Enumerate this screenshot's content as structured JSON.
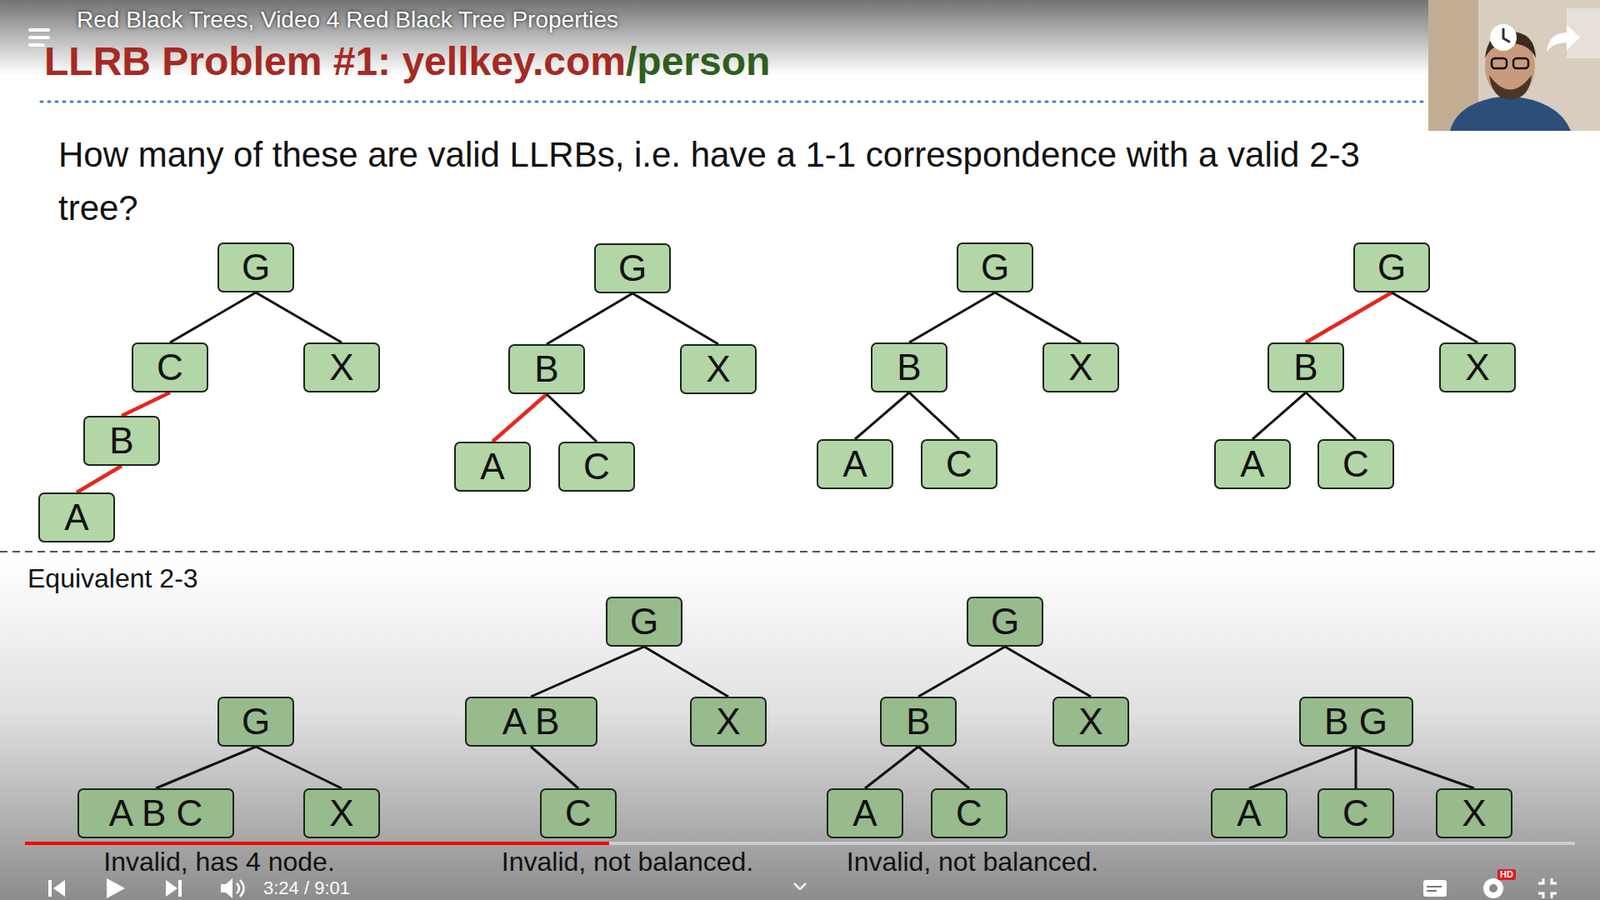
{
  "diagram": {
    "title": "LLRB Problem #1: yellkey.com",
    "nodes": [
      {
        "text": [
          "G"
        ]
      },
      {
        "text": [
          "C"
        ]
      },
      {
        "text": [
          "X"
        ]
      },
      {
        "text": [
          "B"
        ]
      },
      {
        "text": [
          "A"
        ]
      },
      {
        "text": [
          "G"
        ]
      },
      {
        "text": [
          "B"
        ]
      },
      {
        "text": [
          "X"
        ]
      },
      {
        "text": [
          "A"
        ]
      },
      {
        "text": [
          "C"
        ]
      },
      {
        "text": [
          "G"
        ]
      },
      {
        "text": [
          "B"
        ]
      },
      {
        "text": [
          "X"
        ]
      },
      {
        "text": [
          "A"
        ]
      },
      {
        "text": [
          "C"
        ]
      },
      {
        "text": [
          "G"
        ]
      },
      {
        "text": [
          "B"
        ]
      },
      {
        "text": [
          "X"
        ]
      },
      {
        "text": [
          "A"
        ]
      },
      {
        "text": [
          "C"
        ]
      },
      {
        "text": [
          "G"
        ]
      },
      {
        "text": [
          "A B C"
        ]
      },
      {
        "text": [
          "X"
        ]
      },
      {
        "text": [
          "G"
        ]
      },
      {
        "text": [
          "A B"
        ]
      },
      {
        "text": [
          "X"
        ]
      },
      {
        "text": [
          "C"
        ]
      },
      {
        "text": [
          "G"
        ]
      },
      {
        "text": [
          "B"
        ]
      },
      {
        "text": [
          "X"
        ]
      },
      {
        "text": [
          "A"
        ]
      },
      {
        "text": [
          "C"
        ]
      },
      {
        "text": [
          "B G"
        ]
      },
      {
        "text": [
          "A"
        ]
      },
      {
        "text": [
          "C"
        ]
      },
      {
        "text": [
          "X"
        ]
      }
    ],
    "edges": [
      {
        "from": 0,
        "to": 1,
        "arrow": "none"
      },
      {
        "from": 0,
        "to": 2,
        "arrow": "none"
      },
      {
        "from": 1,
        "to": 3,
        "arrow": "none"
      },
      {
        "from": 3,
        "to": 4,
        "arrow": "none"
      },
      {
        "from": 5,
        "to": 6,
        "arrow": "none"
      },
      {
        "from": 5,
        "to": 7,
        "arrow": "none"
      },
      {
        "from": 6,
        "to": 8,
        "arrow": "none"
      },
      {
        "from": 6,
        "to": 9,
        "arrow": "none"
      },
      {
        "from": 10,
        "to": 11,
        "arrow": "none"
      },
      {
        "from": 10,
        "to": 12,
        "arrow": "none"
      },
      {
        "from": 11,
        "to": 13,
        "arrow": "none"
      },
      {
        "from": 11,
        "to": 14,
        "arrow": "none"
      },
      {
        "from": 15,
        "to": 16,
        "arrow": "none"
      },
      {
        "from": 15,
        "to": 17,
        "arrow": "none"
      },
      {
        "from": 16,
        "to": 18,
        "arrow": "none"
      },
      {
        "from": 16,
        "to": 19,
        "arrow": "none"
      },
      {
        "from": 20,
        "to": 21,
        "arrow": "none"
      },
      {
        "from": 20,
        "to": 22,
        "arrow": "none"
      },
      {
        "from": 23,
        "to": 24,
        "arrow": "none"
      },
      {
        "from": 23,
        "to": 25,
        "arrow": "none"
      },
      {
        "from": 24,
        "to": 26,
        "arrow": "none"
      },
      {
        "from": 27,
        "to": 28,
        "arrow": "none"
      },
      {
        "from": 27,
        "to": 29,
        "arrow": "none"
      },
      {
        "from": 28,
        "to": 30,
        "arrow": "none"
      },
      {
        "from": 28,
        "to": 31,
        "arrow": "none"
      },
      {
        "from": 32,
        "to": 33,
        "arrow": "none"
      },
      {
        "from": 32,
        "to": 34,
        "arrow": "none"
      },
      {
        "from": 32,
        "to": 35,
        "arrow": "none"
      }
    ],
    "labels": [
      "/person",
      "Red Black Trees, Video 4 Red Black Tree Properties",
      "How many of these are valid LLRBs, i.e. have a 1-1 correspondence with a valid 2-3 tree?",
      "Equivalent 2-3",
      "Invalid, has 4 node.",
      "Invalid, not balanced.",
      "Invalid, not balanced.",
      "3:24 / 9:01",
      "HD"
    ]
  }
}
